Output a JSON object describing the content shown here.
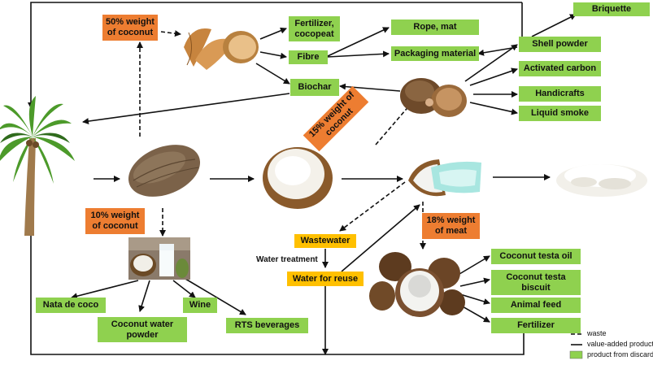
{
  "boxes": {
    "fertilizer_cocopeat": "Fertilizer, cocopeat",
    "fibre": "Fibre",
    "biochar": "Biochar",
    "rope_mat": "Rope, mat",
    "packaging_material": "Packaging material",
    "briquette": "Briquette",
    "shell_powder": "Shell powder",
    "activated_carbon": "Activated carbon",
    "handicrafts": "Handicrafts",
    "liquid_smoke": "Liquid smoke",
    "nata_de_coco": "Nata de coco",
    "coconut_water_powder": "Coconut water powder",
    "wine": "Wine",
    "rts_beverages": "RTS beverages",
    "coconut_testa_oil": "Coconut testa oil",
    "coconut_testa_biscuit": "Coconut testa biscuit",
    "animal_feed": "Animal feed",
    "fertilizer": "Fertilizer",
    "wastewater": "Wastewater",
    "water_for_reuse": "Water for reuse"
  },
  "weights": {
    "husk": "50% weight of coconut",
    "shell": "15% weight of coconut",
    "water": "10% weight of coconut",
    "testa": "18% weight of meat"
  },
  "labels": {
    "water_treatment": "Water treatment"
  },
  "legend": {
    "waste": "waste",
    "value_added": "value-added product",
    "discard": "product from discard"
  },
  "colors": {
    "green_box": "#8fd14f",
    "orange_box": "#ed7d31",
    "yellow_box": "#ffc000"
  }
}
